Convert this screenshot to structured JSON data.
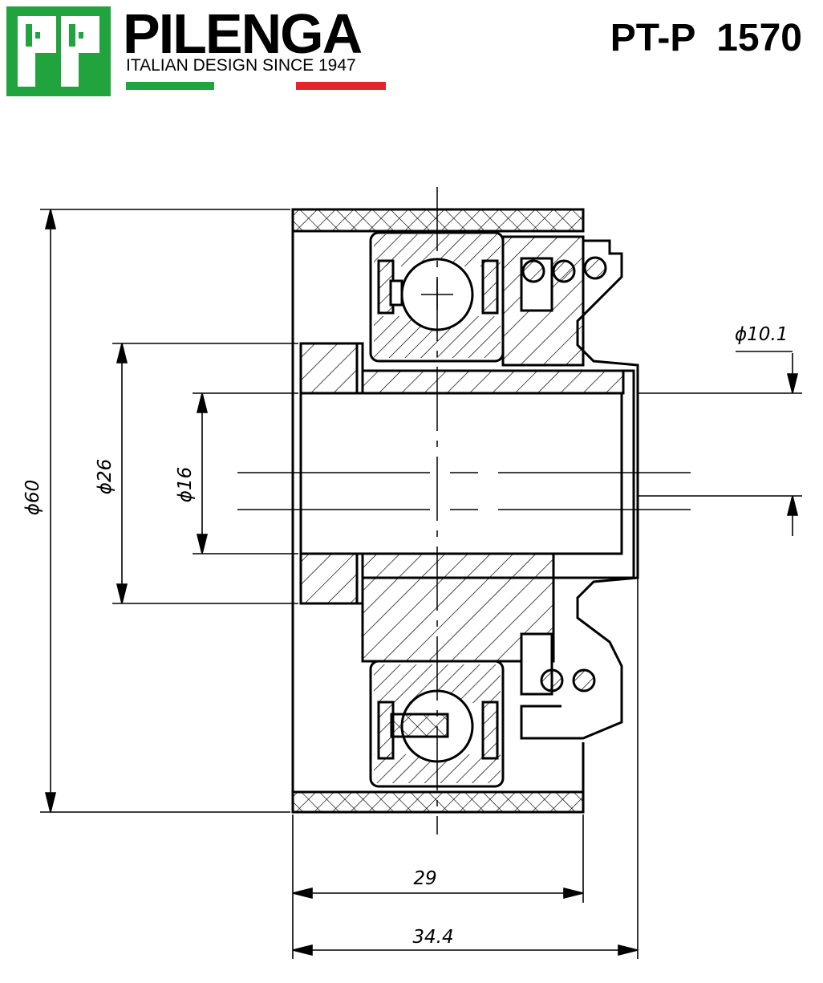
{
  "brand": {
    "name": "PILENGA",
    "tagline": "ITALIAN DESIGN SINCE 1947",
    "logo_icon": "pp-logo-icon",
    "colors": {
      "green": "#21a33e",
      "red": "#e3242b"
    }
  },
  "part_number": "PT-P  1570",
  "dimensions": {
    "outer_diameter": "ϕ60",
    "bushing_diameter": "ϕ26",
    "bore_diameter": "ϕ16",
    "bolt_diameter": "ϕ10.1",
    "width_pulley": "29",
    "width_total": "34.4"
  }
}
